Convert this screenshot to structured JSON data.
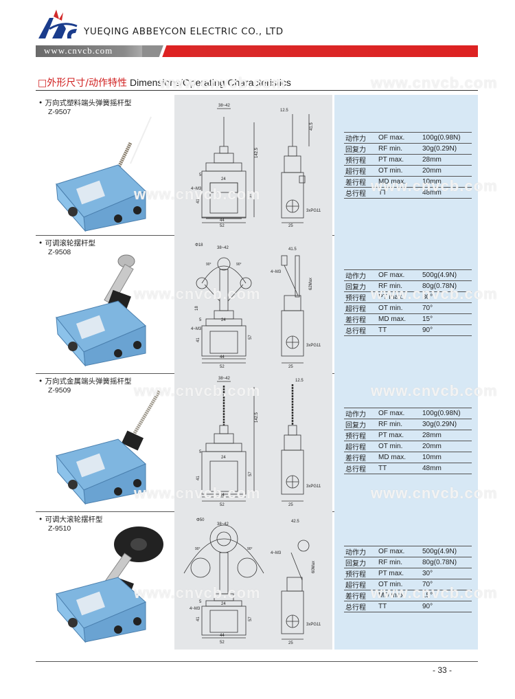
{
  "header": {
    "company": "YUEQING ABBEYCON ELECTRIC CO., LTD",
    "url": "www.cnvcb.com",
    "brand_color": "#d22a2a"
  },
  "section": {
    "title_cn": "□外形尺寸/动作特性",
    "title_en": "Dimensions/Operating Characteristics"
  },
  "watermark": "www.cnvcb.com",
  "products": [
    {
      "name": "• 万向式塑料端头弹簧摇杆型",
      "code": "Z-9507",
      "dims": {
        "top_w": "38~42",
        "side_w": "12.5",
        "h1": "41.5",
        "h2": "142.5",
        "inner": "24",
        "body_h": "57",
        "m": "4~M3",
        "h3": "41",
        "w1": "44",
        "w2": "52",
        "side_b": "25",
        "pg": "3xPG11",
        "five": "5"
      },
      "specs": [
        {
          "cn": "动作力",
          "sym": "OF max.",
          "val": "100g(0.98N)"
        },
        {
          "cn": "回复力",
          "sym": "RF min.",
          "val": "30g(0.29N)"
        },
        {
          "cn": "预行程",
          "sym": "PT max.",
          "val": "28mm"
        },
        {
          "cn": "超行程",
          "sym": "OT min.",
          "val": "20mm"
        },
        {
          "cn": "差行程",
          "sym": "MD max.",
          "val": "10mm"
        },
        {
          "cn": "总行程",
          "sym": "TT",
          "val": "48mm"
        }
      ]
    },
    {
      "name": "• 可调滚轮摆杆型",
      "code": "Z-9508",
      "dims": {
        "phi": "Φ18",
        "top_w": "38~42",
        "side_w": "41.5",
        "m4": "4~M3",
        "max": "62Max",
        "ang1": "90°",
        "ang2": "90°",
        "eighteen": "18",
        "inner": "24",
        "body_h": "57",
        "m": "4~M3",
        "h3": "41",
        "w1": "44",
        "w2": "52",
        "side_b": "25",
        "pg": "3xPG11",
        "five": "5"
      },
      "specs": [
        {
          "cn": "动作力",
          "sym": "OF max.",
          "val": "500g(4.9N)"
        },
        {
          "cn": "回复力",
          "sym": "RF min.",
          "val": "80g(0.78N)"
        },
        {
          "cn": "预行程",
          "sym": "PT max.",
          "val": "30°"
        },
        {
          "cn": "超行程",
          "sym": "OT min.",
          "val": "70°"
        },
        {
          "cn": "差行程",
          "sym": "MD max.",
          "val": "15°"
        },
        {
          "cn": "总行程",
          "sym": "TT",
          "val": "90°"
        }
      ]
    },
    {
      "name": "• 万向式金属端头弹簧摇杆型",
      "code": "Z-9509",
      "dims": {
        "top_w": "38~42",
        "side_w": "12.5",
        "h2": "142.5",
        "inner": "24",
        "body_h": "57",
        "h3": "41",
        "w1": "44",
        "w2": "52",
        "side_b": "25",
        "pg": "3xPG11",
        "five": "5"
      },
      "specs": [
        {
          "cn": "动作力",
          "sym": "OF max.",
          "val": "100g(0.98N)"
        },
        {
          "cn": "回复力",
          "sym": "RF min.",
          "val": "30g(0.29N)"
        },
        {
          "cn": "预行程",
          "sym": "PT max.",
          "val": "28mm"
        },
        {
          "cn": "超行程",
          "sym": "OT min.",
          "val": "20mm"
        },
        {
          "cn": "差行程",
          "sym": "MD max.",
          "val": "10mm"
        },
        {
          "cn": "总行程",
          "sym": "TT",
          "val": "48mm"
        }
      ]
    },
    {
      "name": "• 可调大滚轮摆杆型",
      "code": "Z-9510",
      "dims": {
        "phi": "Φ50",
        "top_w": "38~42",
        "side_w": "42.5",
        "m4": "4~M3",
        "max": "60Max",
        "ang1": "90°",
        "ang2": "90°",
        "inner": "24",
        "body_h": "57",
        "m": "4~M3",
        "h3": "41",
        "w1": "44",
        "w2": "52",
        "side_b": "25",
        "pg": "3xPG11",
        "five": "5"
      },
      "specs": [
        {
          "cn": "动作力",
          "sym": "OF max.",
          "val": "500g(4.9N)"
        },
        {
          "cn": "回复力",
          "sym": "RF min.",
          "val": "80g(0.78N)"
        },
        {
          "cn": "预行程",
          "sym": "PT max.",
          "val": "30°"
        },
        {
          "cn": "超行程",
          "sym": "OT min.",
          "val": "70°"
        },
        {
          "cn": "差行程",
          "sym": "MD max.",
          "val": "15°"
        },
        {
          "cn": "总行程",
          "sym": "TT",
          "val": "90°"
        }
      ]
    }
  ],
  "footer": {
    "page": "- 33 -"
  }
}
